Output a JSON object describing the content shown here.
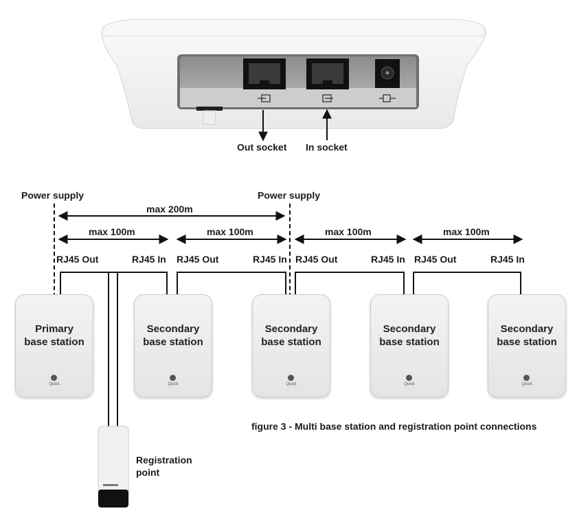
{
  "device": {
    "out_socket_label": "Out socket",
    "in_socket_label": "In socket"
  },
  "power_supply_labels": [
    "Power supply",
    "Power supply"
  ],
  "distances": {
    "max200": "max 200m",
    "segments": [
      "max 100m",
      "max 100m",
      "max 100m",
      "max 100m"
    ]
  },
  "port_labels": {
    "out": [
      "RJ45 Out",
      "RJ45 Out",
      "RJ45 Out",
      "RJ45 Out"
    ],
    "in": [
      "RJ45 In",
      "RJ45 In",
      "RJ45 In",
      "RJ45 In"
    ]
  },
  "stations": [
    {
      "line1": "Primary",
      "line2": "base station"
    },
    {
      "line1": "Secondary",
      "line2": "base station"
    },
    {
      "line1": "Secondary",
      "line2": "base station"
    },
    {
      "line1": "Secondary",
      "line2": "base station"
    },
    {
      "line1": "Secondary",
      "line2": "base station"
    }
  ],
  "station_brand": "Quick",
  "registration_point": {
    "line1": "Registration",
    "line2": "point"
  },
  "caption": "figure 3 - Multi base station and registration point connections"
}
